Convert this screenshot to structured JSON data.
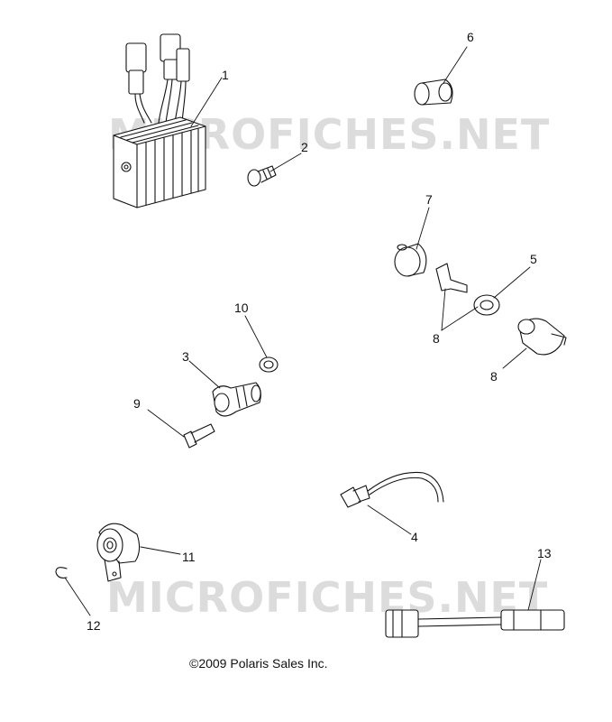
{
  "watermark_text": "MICROFICHES.NET",
  "callouts": [
    "1",
    "2",
    "3",
    "4",
    "5",
    "6",
    "7",
    "8",
    "8",
    "9",
    "10",
    "11",
    "12",
    "13"
  ],
  "copyright": "©2009 Polaris Sales Inc."
}
